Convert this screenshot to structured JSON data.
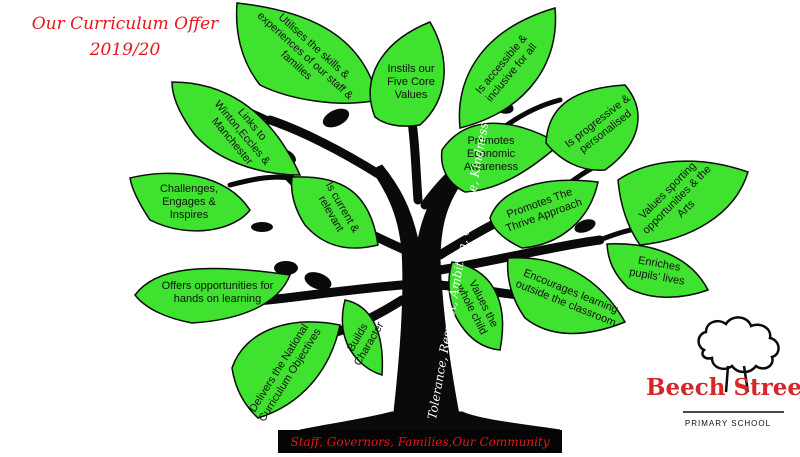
{
  "title": {
    "line1": "Our Curriculum Offer",
    "line2": "2019/20"
  },
  "leaves": [
    "Utilises the skills & experiences of our staff & families",
    "Instils our Five Core Values",
    "Is accessible & inclusive for all",
    "Links to Winton,Eccles & Manchester",
    "Promotes Economic Awareness",
    "Is progressive & personalised",
    "Challenges, Engages & Inspires",
    "Is current & relevant",
    "Promotes The Thrive Approach",
    "Values sporting opportunities & the Arts",
    "Offers opportunities for hands on learning",
    "Values the whole child",
    "Encourages learning outside the classroom",
    "Enriches pupils' lives",
    "Builds Character",
    "Delivers the National Curriculum Objectives"
  ],
  "trunk_text": "Tolerance, Respect, Ambition, Courage, Kindness",
  "footer": "Staff, Governors, Families,Our Community",
  "logo": {
    "name": "Beech Street",
    "subtitle": "PRIMARY SCHOOL",
    "icon": "tree-icon"
  },
  "colors": {
    "leaf": "#3fe22f",
    "leaf_edge": "#0a0a0a",
    "tree": "#0a0a0a",
    "title": "#e8141b",
    "logo": "#d7262a"
  }
}
